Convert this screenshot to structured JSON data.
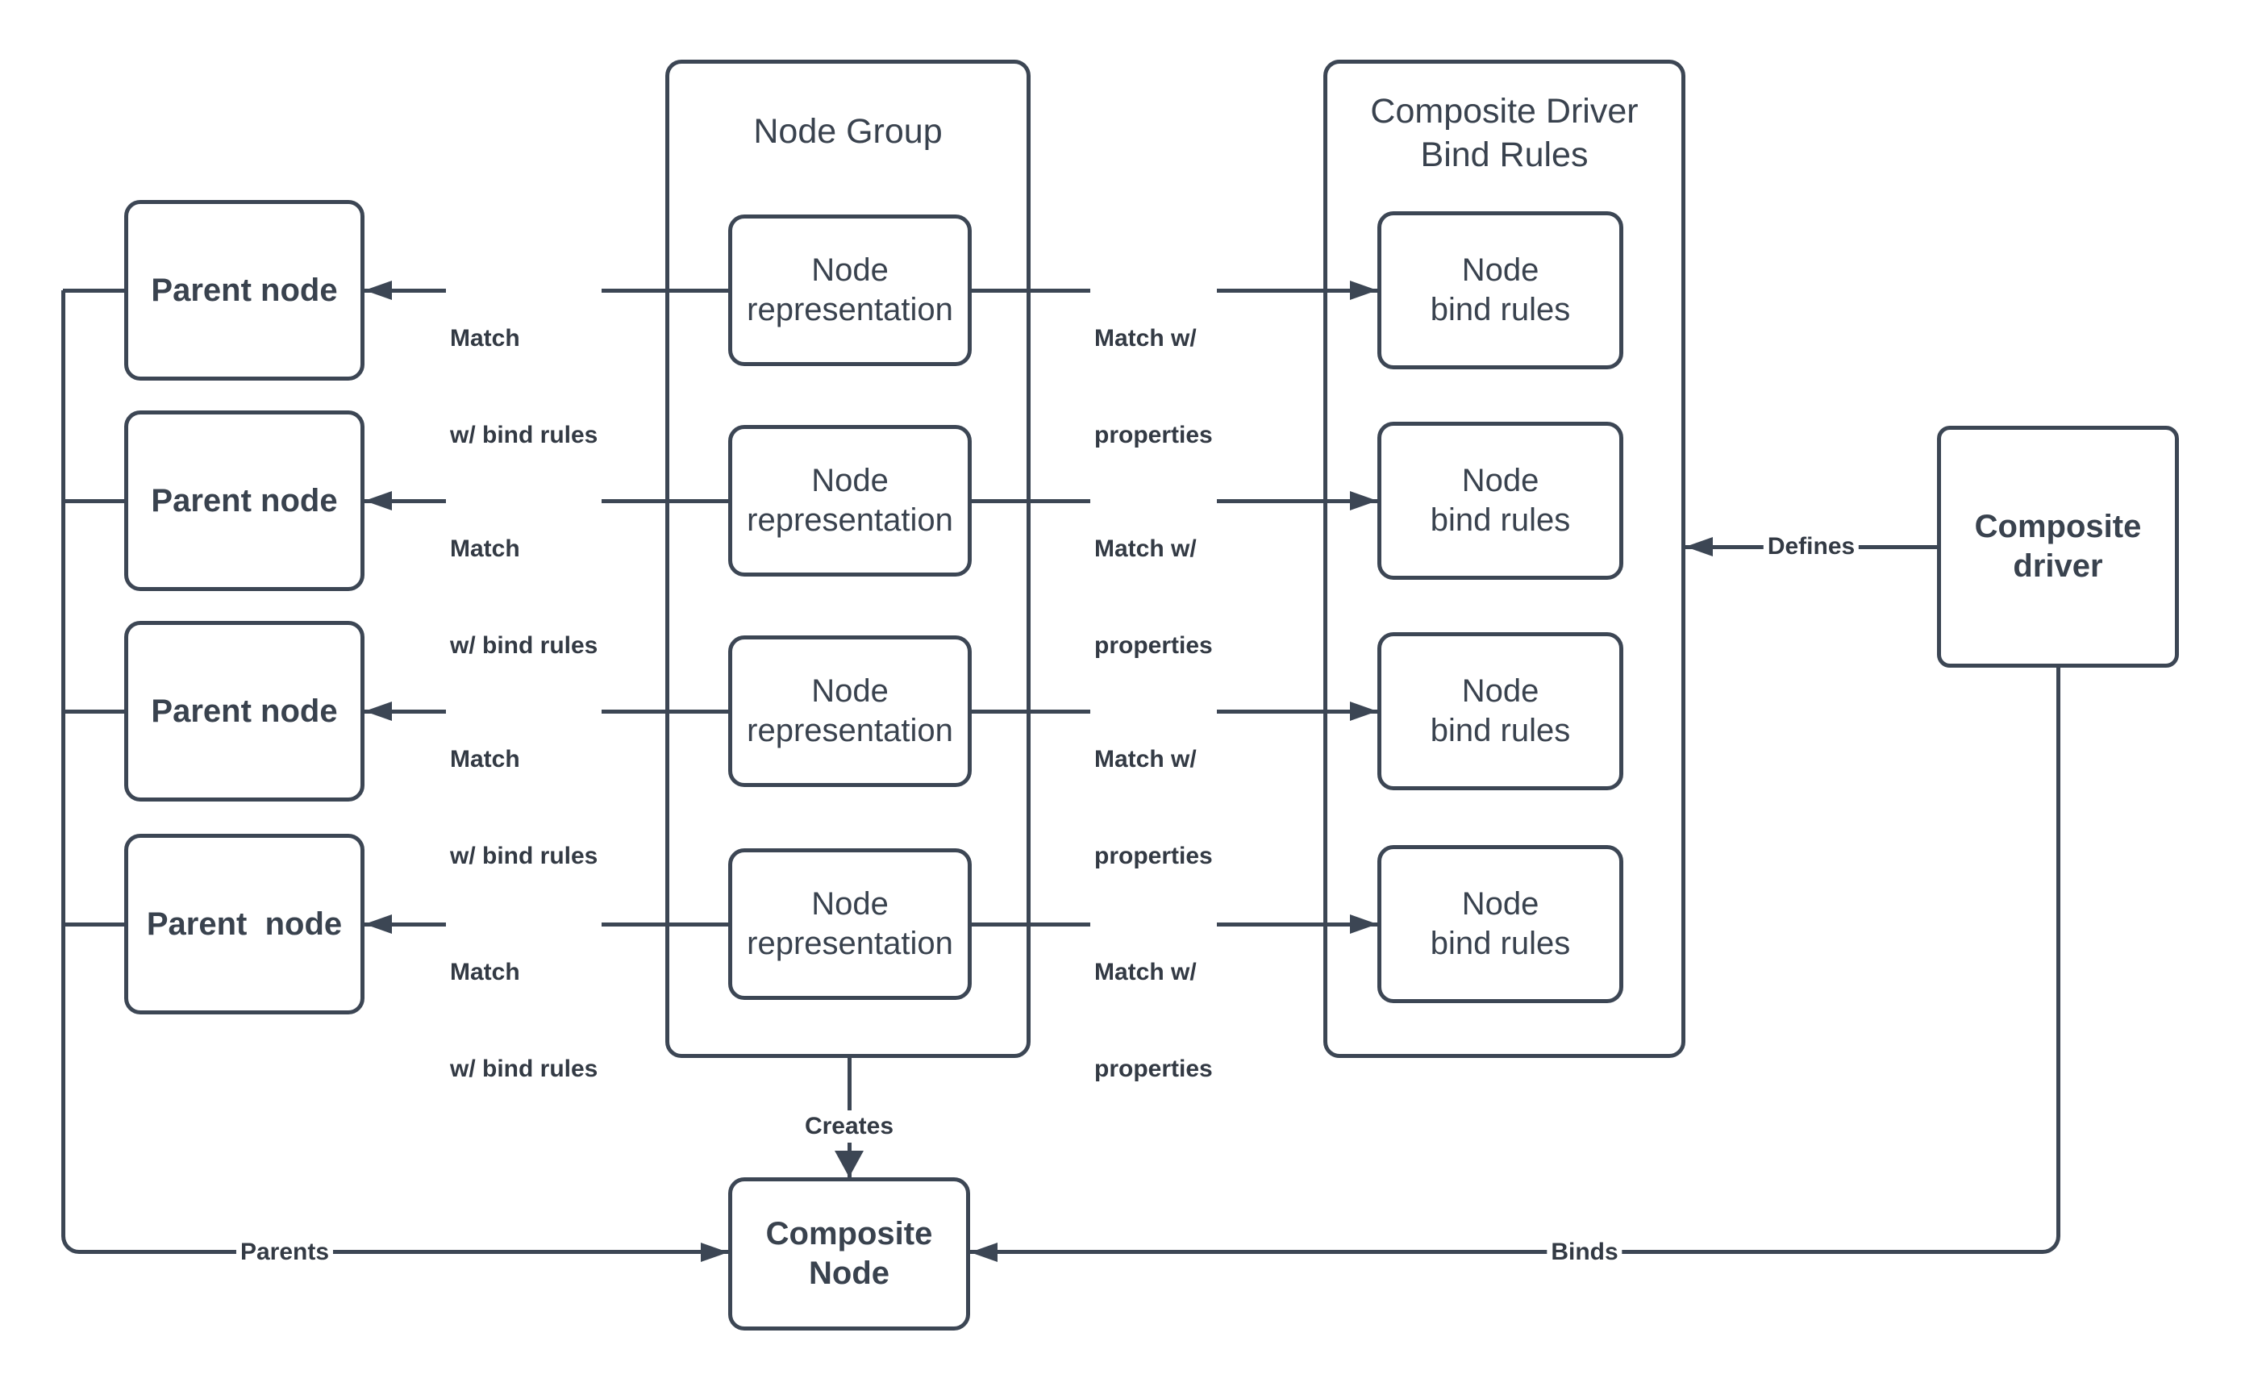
{
  "diagram": {
    "type": "flowchart",
    "colors": {
      "stroke": "#3c4654",
      "text": "#39424e",
      "label_text": "#333a44",
      "background": "#ffffff"
    },
    "node_group": {
      "title": "Node Group"
    },
    "bind_rules_group": {
      "title_line1": "Composite Driver",
      "title_line2": "Bind Rules"
    },
    "parent_nodes": [
      {
        "label": "Parent node"
      },
      {
        "label": "Parent node"
      },
      {
        "label": "Parent node"
      },
      {
        "label": "Parent  node"
      }
    ],
    "node_representations": [
      {
        "line1": "Node",
        "line2": "representation"
      },
      {
        "line1": "Node",
        "line2": "representation"
      },
      {
        "line1": "Node",
        "line2": "representation"
      },
      {
        "line1": "Node",
        "line2": "representation"
      }
    ],
    "node_bind_rules": [
      {
        "line1": "Node",
        "line2": "bind rules"
      },
      {
        "line1": "Node",
        "line2": "bind rules"
      },
      {
        "line1": "Node",
        "line2": "bind rules"
      },
      {
        "line1": "Node",
        "line2": "bind rules"
      }
    ],
    "composite_driver": {
      "label_line1": "Composite",
      "label_line2": "driver"
    },
    "composite_node": {
      "label_line1": "Composite",
      "label_line2": "Node"
    },
    "edges": {
      "match_bind_rules": {
        "line1": "Match",
        "line2": "w/ bind rules"
      },
      "match_properties": {
        "line1": "Match w/",
        "line2": "properties"
      },
      "defines": "Defines",
      "creates": "Creates",
      "parents": "Parents",
      "binds": "Binds"
    }
  }
}
